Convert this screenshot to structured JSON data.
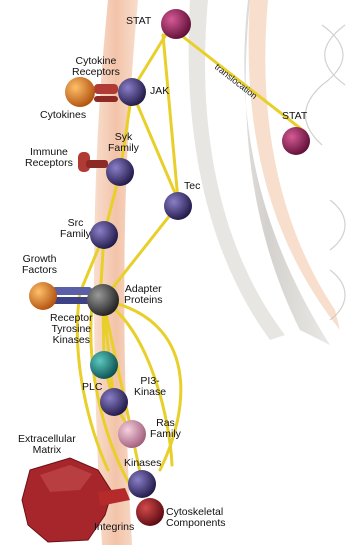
{
  "colors": {
    "pathway": "#e8cf2a",
    "membrane": "#f2c9b0",
    "nucleus": "#dcdad6",
    "stat": "#8a1d52",
    "jak": "#3a2f6e",
    "cytokine": "#d9731f",
    "receptor": "#b03a34",
    "adapter": "#3c3c3c",
    "plc": "#1a7a7a",
    "ras": "#c48aa2",
    "integrin": "#b52a2a",
    "cytoskeleton": "#7a0f1a"
  },
  "labels": {
    "stat_top": "STAT",
    "translocation": "translocation",
    "stat_right": "STAT",
    "cytokine_receptors": [
      "Cytokine",
      "Receptors"
    ],
    "jak": "JAK",
    "cytokines": "Cytokines",
    "immune_receptors": [
      "Immune",
      "Receptors"
    ],
    "syk_family": [
      "Syk",
      "Family"
    ],
    "tec": "Tec",
    "src_family": [
      "Src",
      "Family"
    ],
    "growth_factors": [
      "Growth",
      "Factors"
    ],
    "adapter_proteins": [
      "Adapter",
      "Proteins"
    ],
    "receptor_tyrosine_kinases": [
      "Receptor",
      "Tyrosine",
      "Kinases"
    ],
    "plc": "PLC",
    "pi3_kinase": [
      "PI3-",
      "Kinase"
    ],
    "ras_family": [
      "Ras",
      "Family"
    ],
    "extracellular_matrix": [
      "Extracellular",
      "Matrix"
    ],
    "kinases": "Kinases",
    "integrins": "Integrins",
    "cytoskeletal_components": [
      "Cytoskeletal",
      "Components"
    ]
  }
}
